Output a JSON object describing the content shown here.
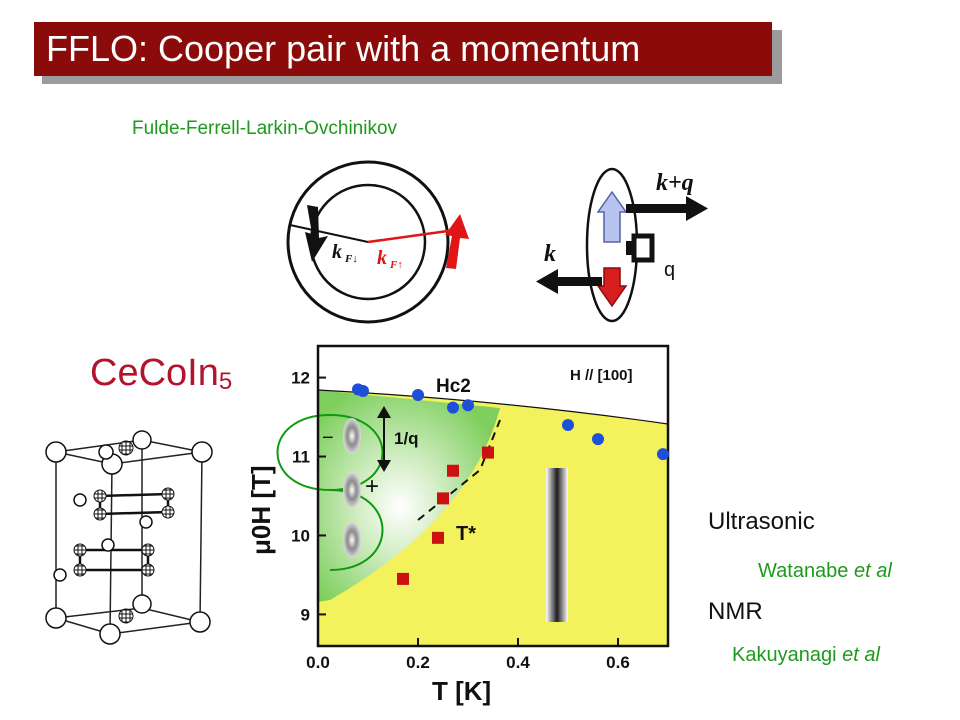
{
  "slide": {
    "title": "FFLO: Cooper pair with a momentum",
    "subtitle": "Fulde-Ferrell-Larkin-Ovchinikov",
    "material": {
      "base": "CeCoIn",
      "subscript": "5"
    }
  },
  "fermi_diagram": {
    "k_down_label": "k",
    "k_down_sub": "F↓",
    "k_up_label": "k",
    "k_up_sub": "F↑"
  },
  "pair_diagram": {
    "k_plus_q": "k+q",
    "k": "k",
    "q": "q"
  },
  "phase_diagram": {
    "x_label": "T [K]",
    "y_label": "μ0H [T]",
    "x_ticks": [
      "0.0",
      "0.2",
      "0.4",
      "0.6"
    ],
    "y_ticks": [
      "12",
      "11",
      "10",
      "9"
    ],
    "field_direction": "H // [100]",
    "hc2_label": "Hc2",
    "t_star_label": "T*",
    "wavelength_label": "1/q",
    "minus_sign": "−",
    "plus_sign": "+"
  },
  "chart_data": {
    "type": "scatter",
    "xlabel": "T [K]",
    "ylabel": "μ0H [T]",
    "xlim": [
      0.0,
      0.7
    ],
    "ylim": [
      8.6,
      12.4
    ],
    "series": [
      {
        "name": "Hc2",
        "x": [
          0.08,
          0.09,
          0.2,
          0.27,
          0.3,
          0.5,
          0.56,
          0.69
        ],
        "y": [
          11.85,
          11.83,
          11.78,
          11.62,
          11.65,
          11.4,
          11.22,
          11.03
        ]
      },
      {
        "name": "T*",
        "x": [
          0.17,
          0.24,
          0.25,
          0.27,
          0.34
        ],
        "y": [
          9.45,
          9.97,
          10.47,
          10.82,
          11.05
        ]
      }
    ],
    "colors": {
      "hc2": "#1f4fd8",
      "tstar": "#cc1111",
      "normal_region": "#f2f25a",
      "fflo_region": "#7fcf5f"
    }
  },
  "techniques": [
    {
      "name": "Ultrasonic",
      "author": "Watanabe",
      "suffix": "et al"
    },
    {
      "name": "NMR",
      "author": "Kakuyanagi",
      "suffix": "et al"
    }
  ]
}
